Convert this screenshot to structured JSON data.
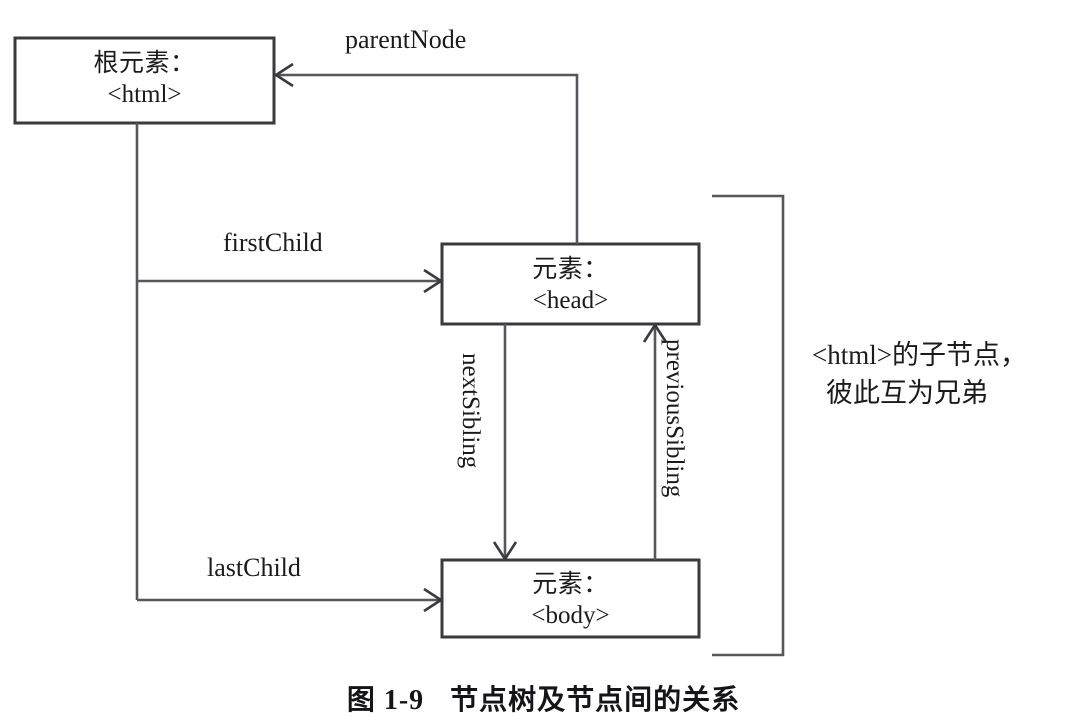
{
  "figure": {
    "caption_number": "图 1-9",
    "caption_title": "节点树及节点间的关系"
  },
  "nodes": {
    "html": {
      "line1": "根元素：",
      "line2": "<html>"
    },
    "head": {
      "line1": "元素：",
      "line2": "<head>"
    },
    "body": {
      "line1": "元素：",
      "line2": "<body>"
    }
  },
  "edges": {
    "parent_node": "parentNode",
    "first_child": "firstChild",
    "last_child": "lastChild",
    "next_sibling": "nextSibling",
    "previous_sibling": "previousSibling"
  },
  "annotation": {
    "line1": "<html>的子节点，",
    "line2": "彼此互为兄弟"
  },
  "colors": {
    "box_stroke": "#3a3a3e",
    "connector_stroke": "#56565c",
    "text": "#1b1b1b",
    "background": "#ffffff"
  }
}
